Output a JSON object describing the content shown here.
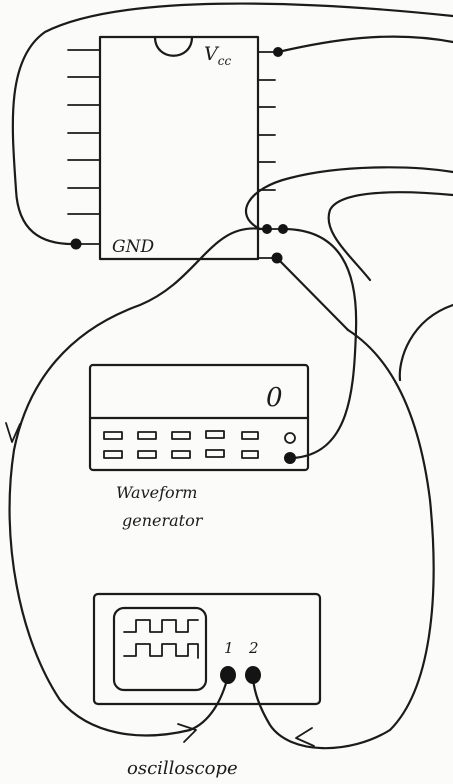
{
  "chip": {
    "vcc_main": "V",
    "vcc_sub": "cc",
    "gnd_label": "GND"
  },
  "waveform_generator": {
    "display_value": "0",
    "label_line1": "Waveform",
    "label_line2": "generator"
  },
  "oscilloscope": {
    "channel_1": "1",
    "channel_2": "2",
    "label": "oscilloscope"
  }
}
